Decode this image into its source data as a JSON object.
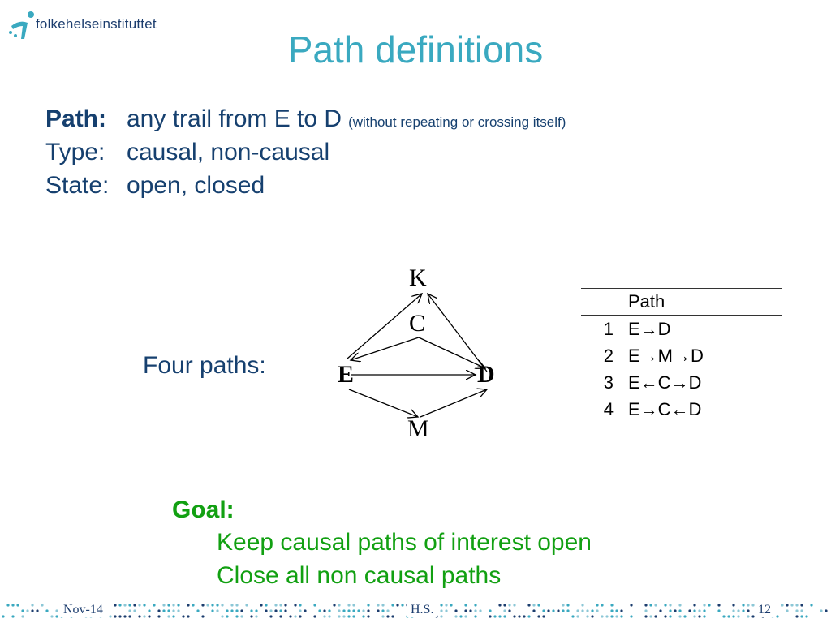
{
  "header": {
    "logo_text": "folkehelseinstituttet",
    "title": "Path definitions"
  },
  "definitions": [
    {
      "label": "Path:",
      "text": "any trail from E to D",
      "note": "(without repeating or crossing itself)"
    },
    {
      "label": "Type:",
      "text": "causal, non-causal"
    },
    {
      "label": "State:",
      "text": "open, closed"
    }
  ],
  "four_paths_label": "Four paths:",
  "diagram": {
    "nodes": {
      "K": "K",
      "C": "C",
      "E": "E",
      "D": "D",
      "M": "M"
    }
  },
  "path_table": {
    "header": "Path",
    "rows": [
      {
        "num": "1",
        "path": "E→D"
      },
      {
        "num": "2",
        "path": "E→M→D"
      },
      {
        "num": "3",
        "path": "E←C→D"
      },
      {
        "num": "4",
        "path": "E→C←D"
      }
    ]
  },
  "goal": {
    "heading": "Goal:",
    "lines": [
      "Keep causal paths of interest open",
      "Close all non causal paths"
    ]
  },
  "footer": {
    "date": "Nov-14",
    "author": "H.S.",
    "page": "12"
  },
  "colors": {
    "title": "#3aa9c0",
    "body": "#16406f",
    "goal": "#12a012"
  }
}
